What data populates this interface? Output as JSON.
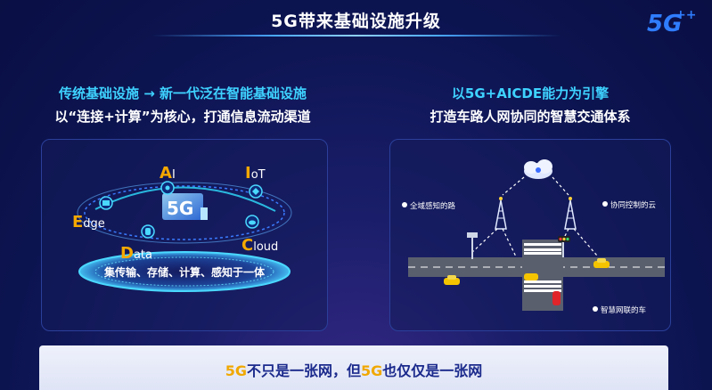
{
  "header": {
    "title": "5G带来基础设施升级",
    "logo_text": "5G",
    "logo_plus": "++"
  },
  "left": {
    "headline": "传统基础设施 → 新一代泛在智能基础设施",
    "subheadline": "以“连接+计算”为核心，打通信息流动渠道",
    "center_label": "5G",
    "nodes": {
      "ai_initial": "A",
      "ai_rest": "I",
      "iot_initial": "I",
      "iot_rest": "oT",
      "edge_initial": "E",
      "edge_rest": "dge",
      "data_initial": "D",
      "data_rest": "ata",
      "cloud_initial": "C",
      "cloud_rest": "loud"
    },
    "ring_caption": "集传输、存储、计算、感知于一体"
  },
  "right": {
    "headline": "以5G+AICDE能力为引擎",
    "subheadline": "打造车路人网协同的智慧交通体系",
    "labels": {
      "road": "全域感知的路",
      "cloud": "协同控制的云",
      "car": "智慧网联的车"
    }
  },
  "footer": {
    "part1": "5G",
    "part2": "不只是一张网，但",
    "part3": "5G",
    "part4": "也仅仅是一张网"
  },
  "colors": {
    "accent_cyan": "#3ed2ff",
    "accent_orange": "#f0a800",
    "footer_text": "#1b2a8c"
  }
}
